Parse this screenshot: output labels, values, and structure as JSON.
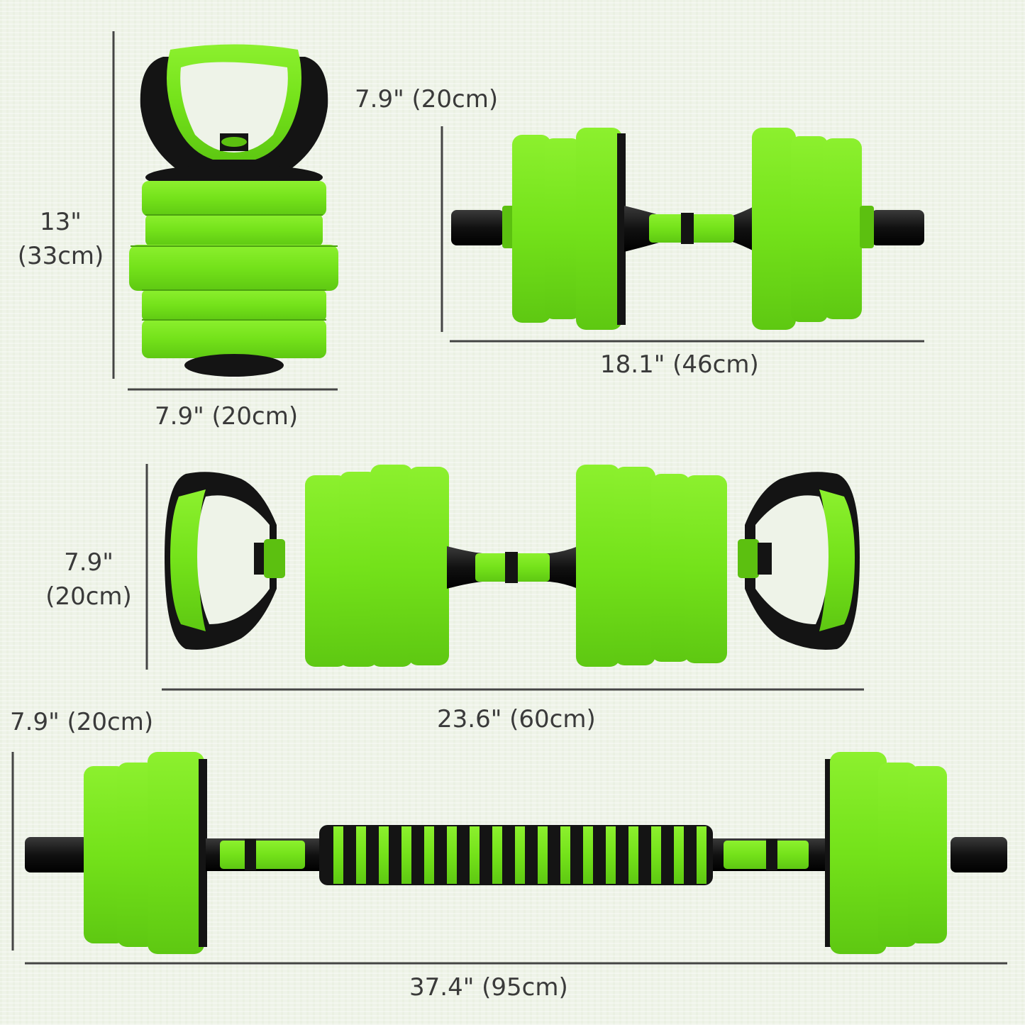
{
  "colors": {
    "weight_green": "#78e61e",
    "weight_green_dark": "#5cc010",
    "black": "#141414",
    "line": "#444444",
    "text": "#3a3a3a"
  },
  "kettlebell": {
    "height_line1": "13\"",
    "height_line2": "(33cm)",
    "width": "7.9\" (20cm)"
  },
  "dumbbell": {
    "height": "7.9\" (20cm)",
    "length": "18.1\" (46cm)"
  },
  "kettle_dumbbell": {
    "height_line1": "7.9\"",
    "height_line2": "(20cm)",
    "length": "23.6\" (60cm)"
  },
  "barbell": {
    "height": "7.9\" (20cm)",
    "length": "37.4\" (95cm)"
  }
}
